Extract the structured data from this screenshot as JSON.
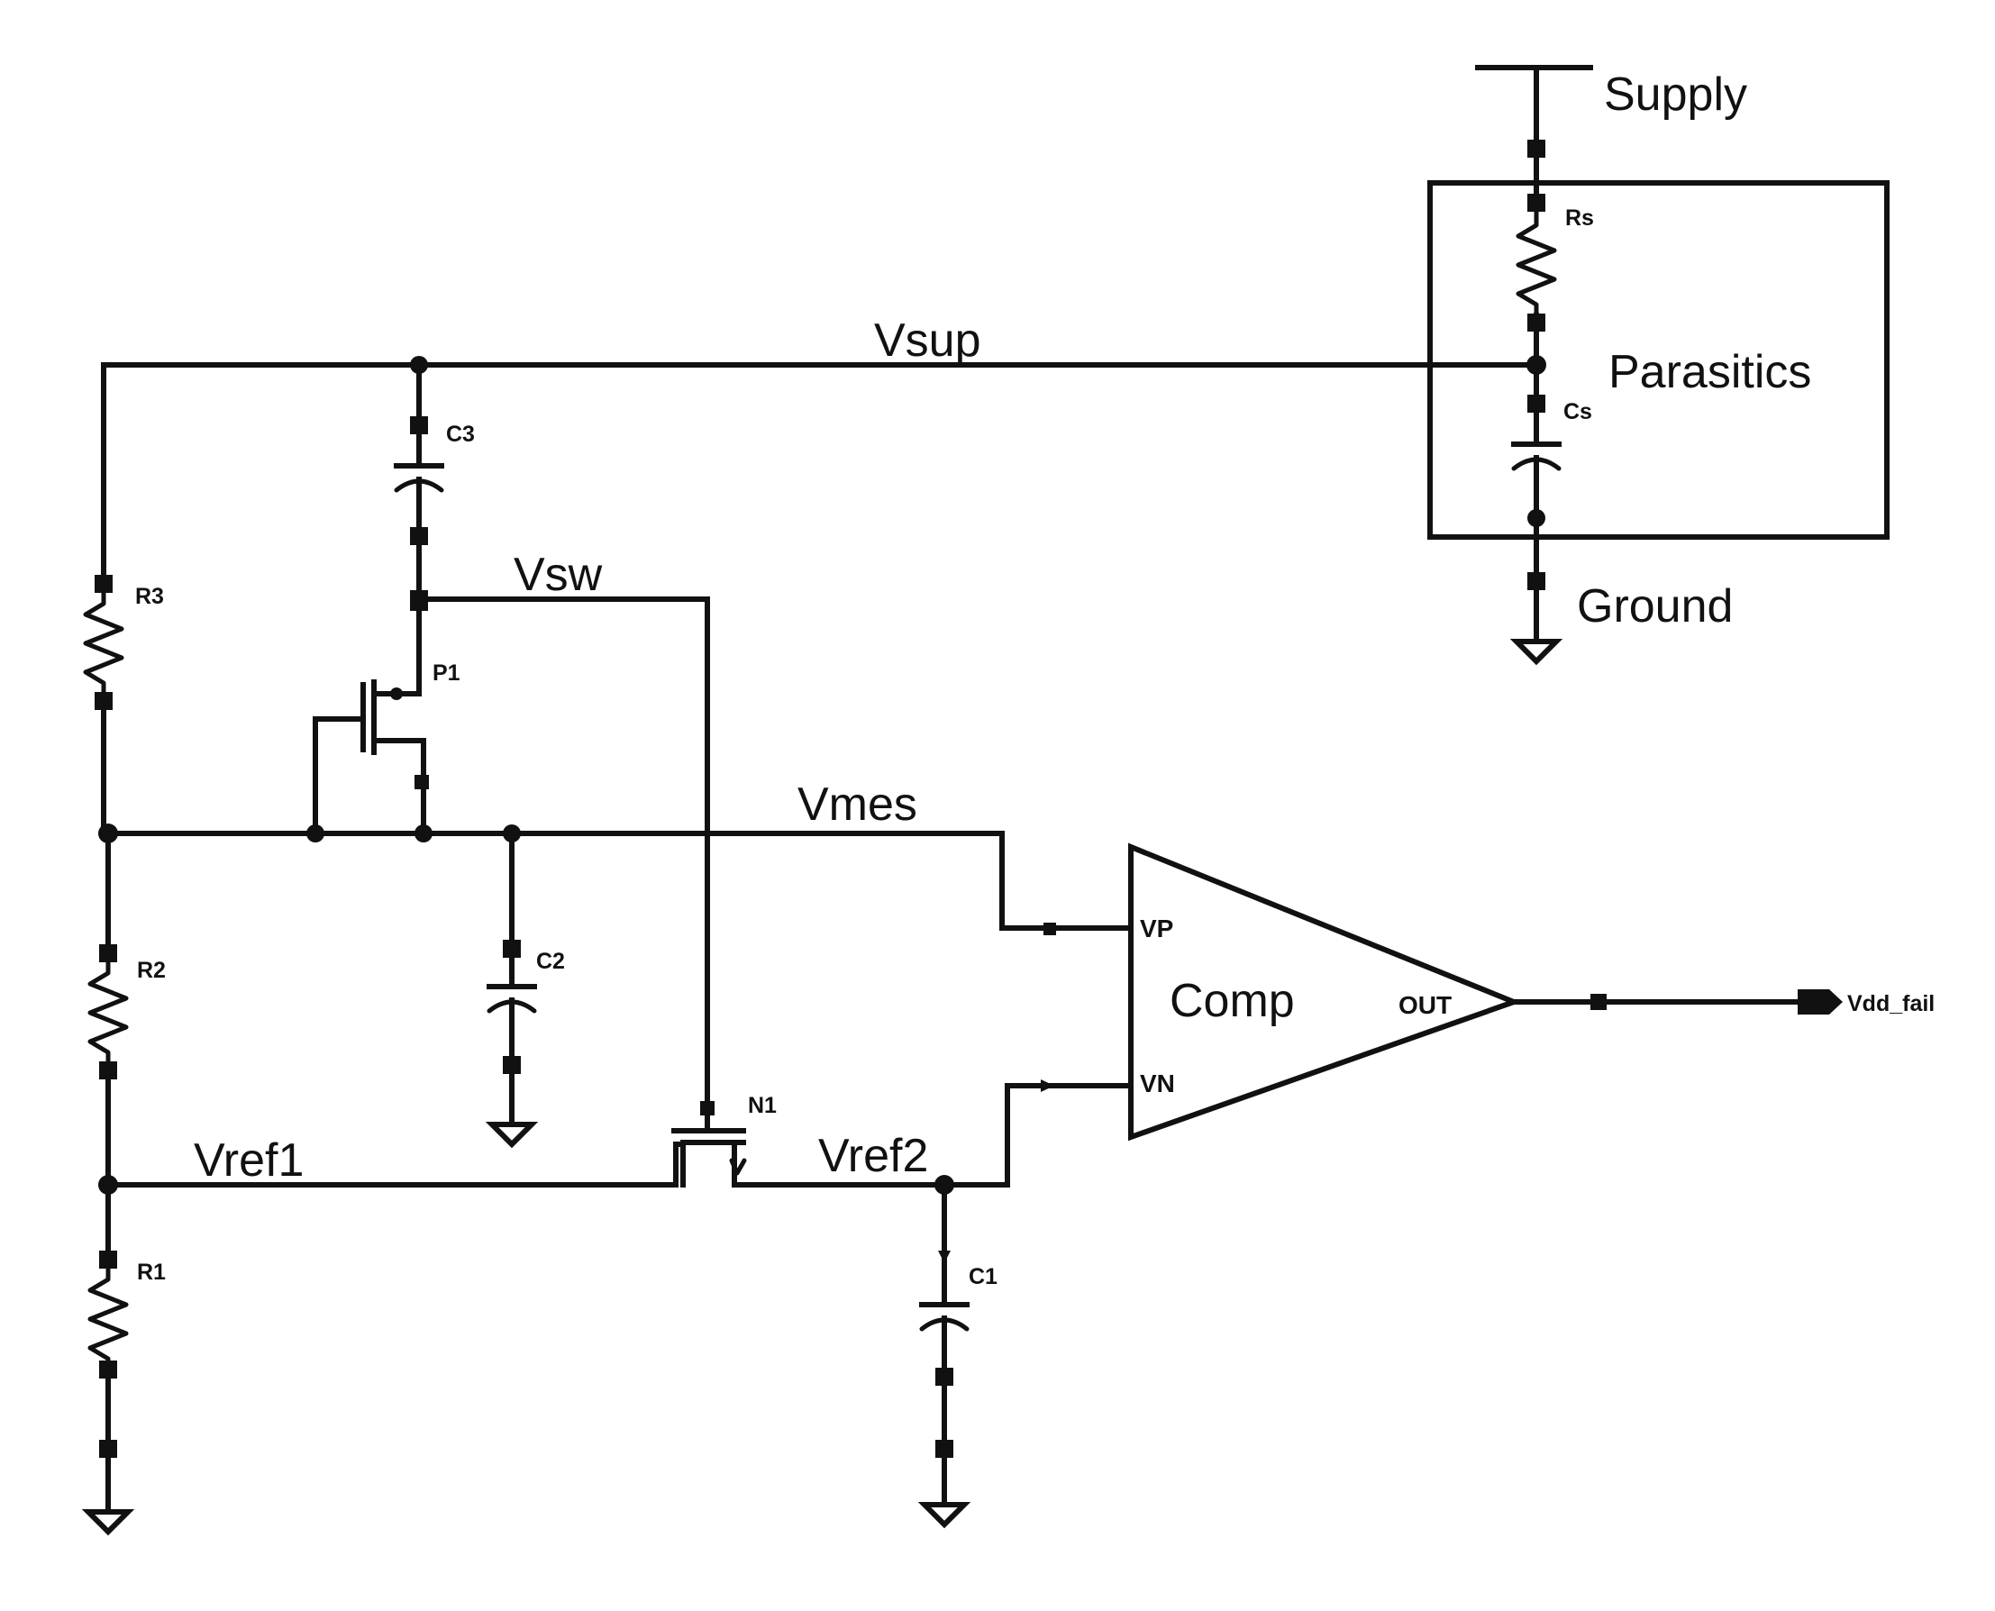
{
  "nets": {
    "vsup": "Vsup",
    "vsw": "Vsw",
    "vmes": "Vmes",
    "vref1": "Vref1",
    "vref2": "Vref2"
  },
  "supply": {
    "label": "Supply"
  },
  "ground": {
    "label": "Ground"
  },
  "parasitics": {
    "label": "Parasitics",
    "resistor": "Rs",
    "capacitor": "Cs"
  },
  "components": {
    "r3": "R3",
    "r2": "R2",
    "r1": "R1",
    "c3": "C3",
    "c2": "C2",
    "c1": "C1",
    "p1": "P1",
    "n1": "N1"
  },
  "comparator": {
    "label": "Comp",
    "vp": "VP",
    "vn": "VN",
    "out": "OUT"
  },
  "output": {
    "label": "Vdd_fail"
  }
}
